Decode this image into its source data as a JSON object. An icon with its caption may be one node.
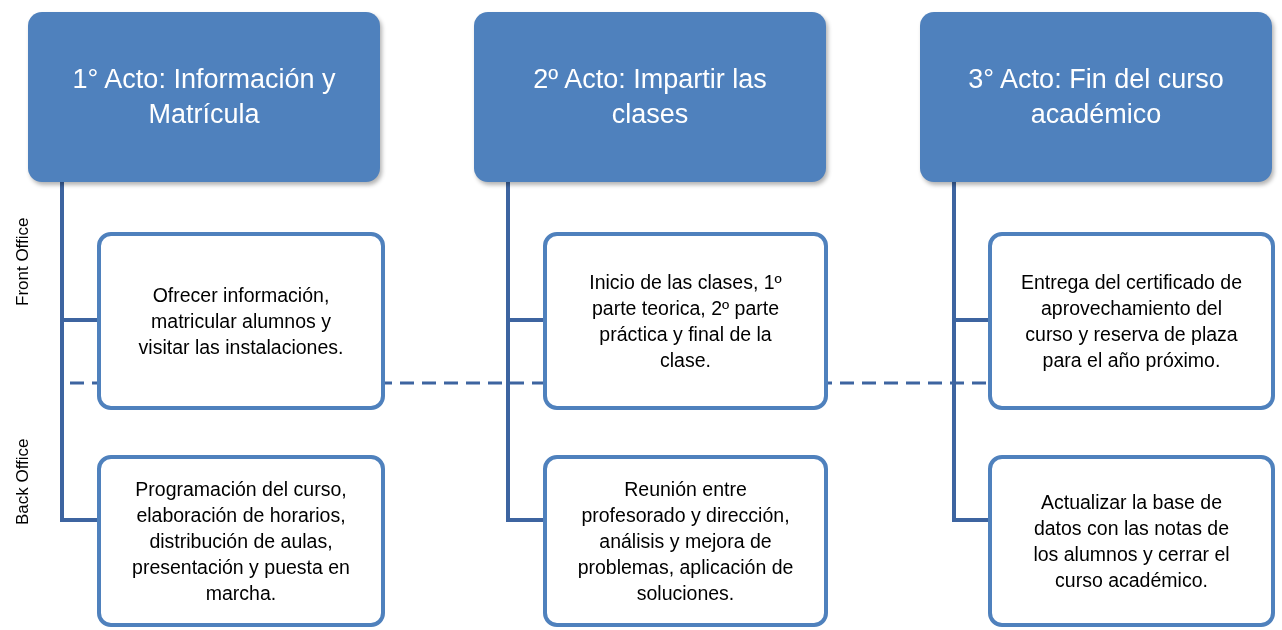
{
  "diagram": {
    "nodes": [
      {
        "text": [
          "1° Acto: Información y Matrícula"
        ]
      },
      {
        "text": [
          "Ofrecer información, matricular alumnos y visitar las instalaciones."
        ]
      },
      {
        "text": [
          "Programación del curso, elaboración de horarios, distribución de aulas, presentación y puesta en marcha."
        ]
      },
      {
        "text": [
          "2º Acto: Impartir las clases"
        ]
      },
      {
        "text": [
          "Inicio de las clases, 1º parte teorica, 2º parte práctica y final de la clase."
        ]
      },
      {
        "text": [
          "Reunión entre profesorado y dirección, análisis y mejora de problemas, aplicación de soluciones."
        ]
      },
      {
        "text": [
          "3° Acto: Fin del curso académico"
        ]
      },
      {
        "text": [
          "Entrega del certificado de aprovechamiento del curso y reserva de plaza para el año próximo."
        ]
      },
      {
        "text": [
          "Actualizar la base de datos con las notas de los alumnos y cerrar el curso académico."
        ]
      }
    ],
    "edges": [
      {
        "from": 0,
        "to": 1,
        "arrow": "none"
      },
      {
        "from": 0,
        "to": 2,
        "arrow": "none"
      },
      {
        "from": 3,
        "to": 4,
        "arrow": "none"
      },
      {
        "from": 3,
        "to": 5,
        "arrow": "none"
      },
      {
        "from": 6,
        "to": 7,
        "arrow": "none"
      },
      {
        "from": 6,
        "to": 8,
        "arrow": "none"
      }
    ],
    "labels": [
      "Front Office",
      "Back Office"
    ]
  }
}
